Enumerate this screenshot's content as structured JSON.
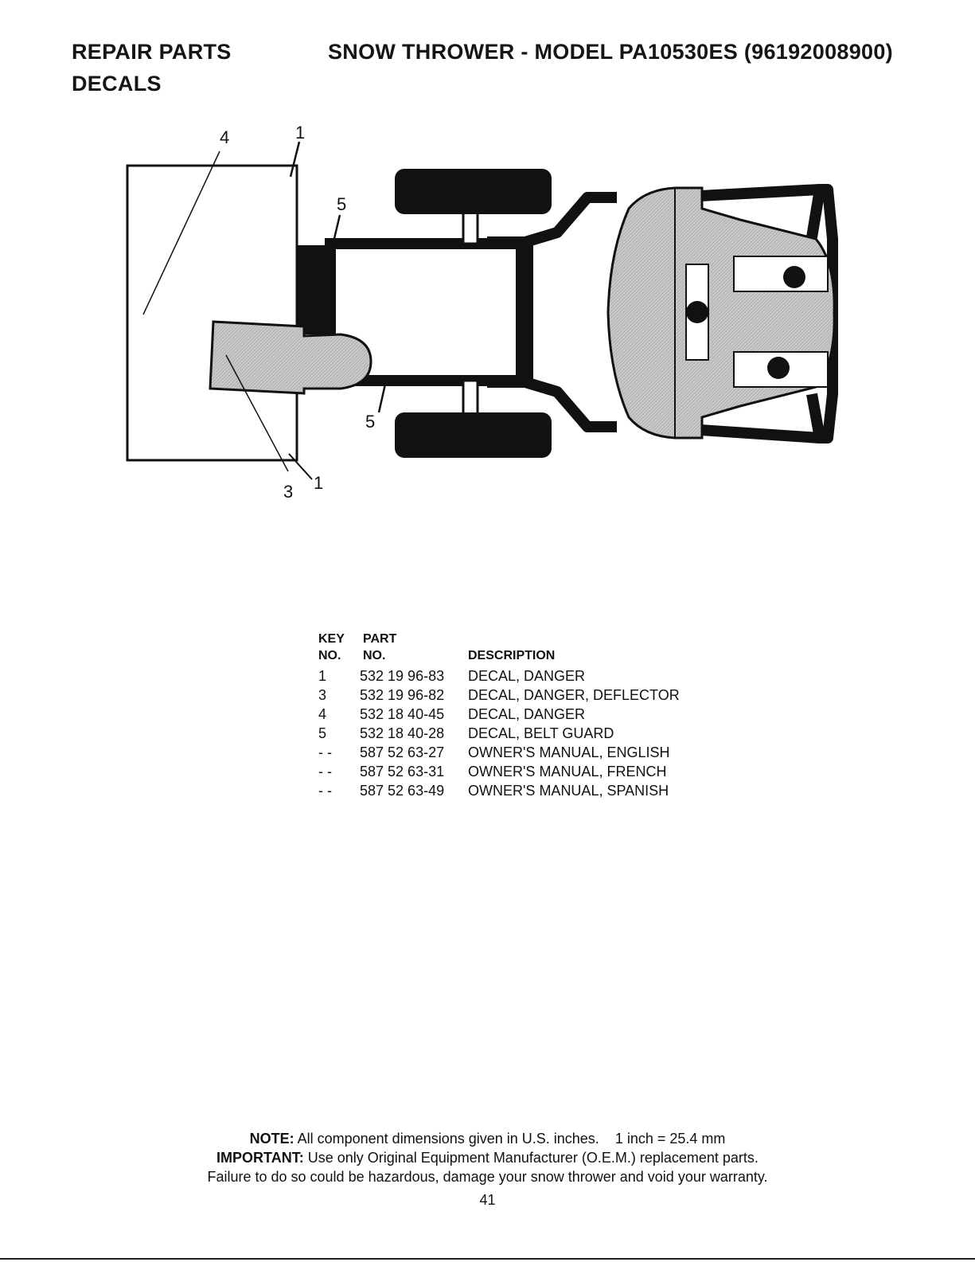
{
  "header": {
    "section": "REPAIR PARTS",
    "subsection": "DECALS",
    "title": "SNOW THROWER - MODEL  PA10530ES  (96192008900)"
  },
  "diagram": {
    "callouts": {
      "c1_top": "1",
      "c4": "4",
      "c5_top": "5",
      "c5_bottom": "5",
      "c3": "3",
      "c1_bottom": "1"
    }
  },
  "parts_list": {
    "headers": {
      "key_line1": "KEY",
      "key_line2": "NO.",
      "part_line1": "PART",
      "part_line2": "NO.",
      "description": "DESCRIPTION"
    },
    "rows": [
      {
        "key": "1",
        "part": "532 19 96-83",
        "description": "DECAL, DANGER"
      },
      {
        "key": "3",
        "part": "532 19 96-82",
        "description": "DECAL, DANGER, DEFLECTOR"
      },
      {
        "key": "4",
        "part": "532 18 40-45",
        "description": "DECAL, DANGER"
      },
      {
        "key": "5",
        "part": "532 18 40-28",
        "description": "DECAL, BELT GUARD"
      },
      {
        "key": "- -",
        "part": "587 52 63-27",
        "description": "OWNER'S MANUAL, ENGLISH"
      },
      {
        "key": "- -",
        "part": "587 52 63-31",
        "description": "OWNER'S MANUAL, FRENCH"
      },
      {
        "key": "- -",
        "part": "587 52 63-49",
        "description": "OWNER'S MANUAL, SPANISH"
      }
    ]
  },
  "notes": {
    "note_label": "NOTE:",
    "note_text": " All component dimensions given in U.S. inches.    1 inch = 25.4 mm",
    "important_label": "IMPORTANT:",
    "important_text": " Use only Original Equipment Manufacturer (O.E.M.) replacement parts.",
    "failure_text": "Failure to do so could be hazardous, damage your snow thrower and void your warranty."
  },
  "page_number": "41"
}
